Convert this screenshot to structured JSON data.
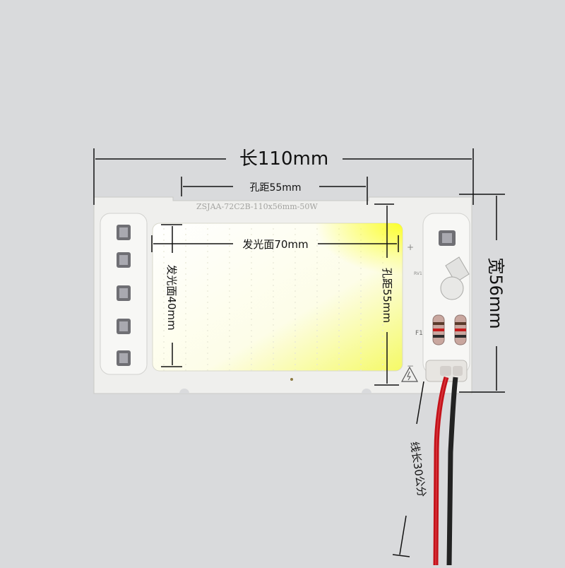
{
  "board": {
    "model_text": "ZSJAA-72C2B-110x56mm-50W",
    "plus_mark": "+",
    "minus_mark": "−",
    "fuse_label": "F1",
    "varistor_label": "RV1"
  },
  "dimensions": {
    "length": "长110mm",
    "hole_spacing_top": "孔距55mm",
    "emitting_width": "发光面70mm",
    "emitting_height": "发光面40mm",
    "hole_spacing_side": "孔距55mm",
    "width": "宽56mm",
    "wire_length": "线长30公分"
  },
  "colors": {
    "background": "#d9dadc",
    "board": "#f1f1ef",
    "emitter": "#f4f6ef",
    "emitter_glow": "#fbff4a",
    "wire_red": "#c4121a",
    "wire_black": "#222222"
  }
}
